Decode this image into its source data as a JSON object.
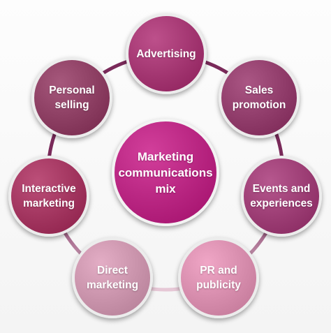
{
  "center": {
    "label": "Marketing\ncommunications\nmix",
    "color": "#b6237f"
  },
  "nodes": [
    {
      "label": "Advertising",
      "color": "#a1346f"
    },
    {
      "label": "Sales\npromotion",
      "color": "#8e3a68"
    },
    {
      "label": "Events and\nexperiences",
      "color": "#9a3b72"
    },
    {
      "label": "PR and\npublicity",
      "color": "#d48aaa"
    },
    {
      "label": "Direct\nmarketing",
      "color": "#c791a9"
    },
    {
      "label": "Interactive\nmarketing",
      "color": "#a0335d"
    },
    {
      "label": "Personal\nselling",
      "color": "#8a3c60"
    }
  ],
  "ring_color": "#7a2a5a",
  "ring_fade_color": "#e6c8d6"
}
